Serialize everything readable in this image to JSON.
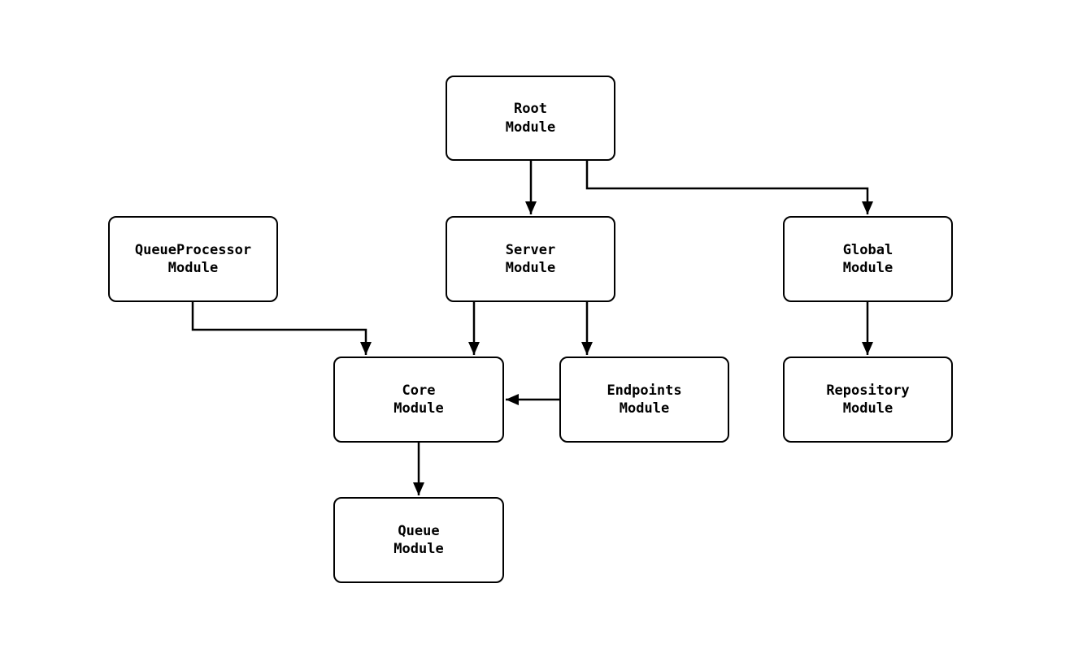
{
  "diagram": {
    "type": "module-dependency-flowchart",
    "background_color": "#ffffff",
    "node_border_color": "#000000",
    "edge_color": "#000000",
    "nodes": [
      {
        "id": "root",
        "label": "Root\nModule"
      },
      {
        "id": "queueprocessor",
        "label": "QueueProcessor\nModule"
      },
      {
        "id": "server",
        "label": "Server\nModule"
      },
      {
        "id": "global",
        "label": "Global\nModule"
      },
      {
        "id": "core",
        "label": "Core\nModule"
      },
      {
        "id": "endpoints",
        "label": "Endpoints\nModule"
      },
      {
        "id": "repository",
        "label": "Repository\nModule"
      },
      {
        "id": "queue",
        "label": "Queue\nModule"
      }
    ],
    "edges": [
      {
        "from": "root",
        "to": "server"
      },
      {
        "from": "root",
        "to": "global"
      },
      {
        "from": "queueprocessor",
        "to": "core"
      },
      {
        "from": "server",
        "to": "core"
      },
      {
        "from": "server",
        "to": "endpoints"
      },
      {
        "from": "endpoints",
        "to": "core"
      },
      {
        "from": "global",
        "to": "repository"
      },
      {
        "from": "core",
        "to": "queue"
      }
    ]
  }
}
